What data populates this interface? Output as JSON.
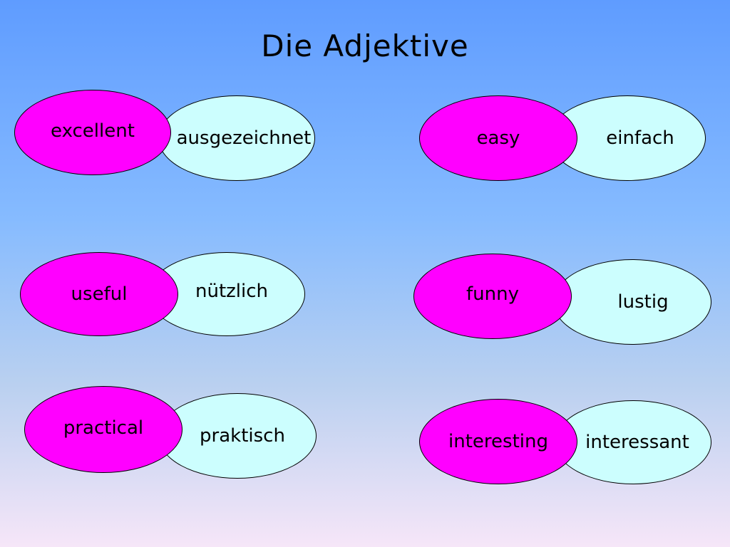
{
  "title": "Die Adjektive",
  "colors": {
    "english_fill": "#ff00ff",
    "german_fill": "#ccfefe"
  },
  "pairs": [
    {
      "english": "excellent",
      "german": "ausgezeichnet"
    },
    {
      "english": "easy",
      "german": "einfach"
    },
    {
      "english": "useful",
      "german": "nützlich"
    },
    {
      "english": "funny",
      "german": "lustig"
    },
    {
      "english": "practical",
      "german": "praktisch"
    },
    {
      "english": "interesting",
      "german": "interessant"
    }
  ]
}
